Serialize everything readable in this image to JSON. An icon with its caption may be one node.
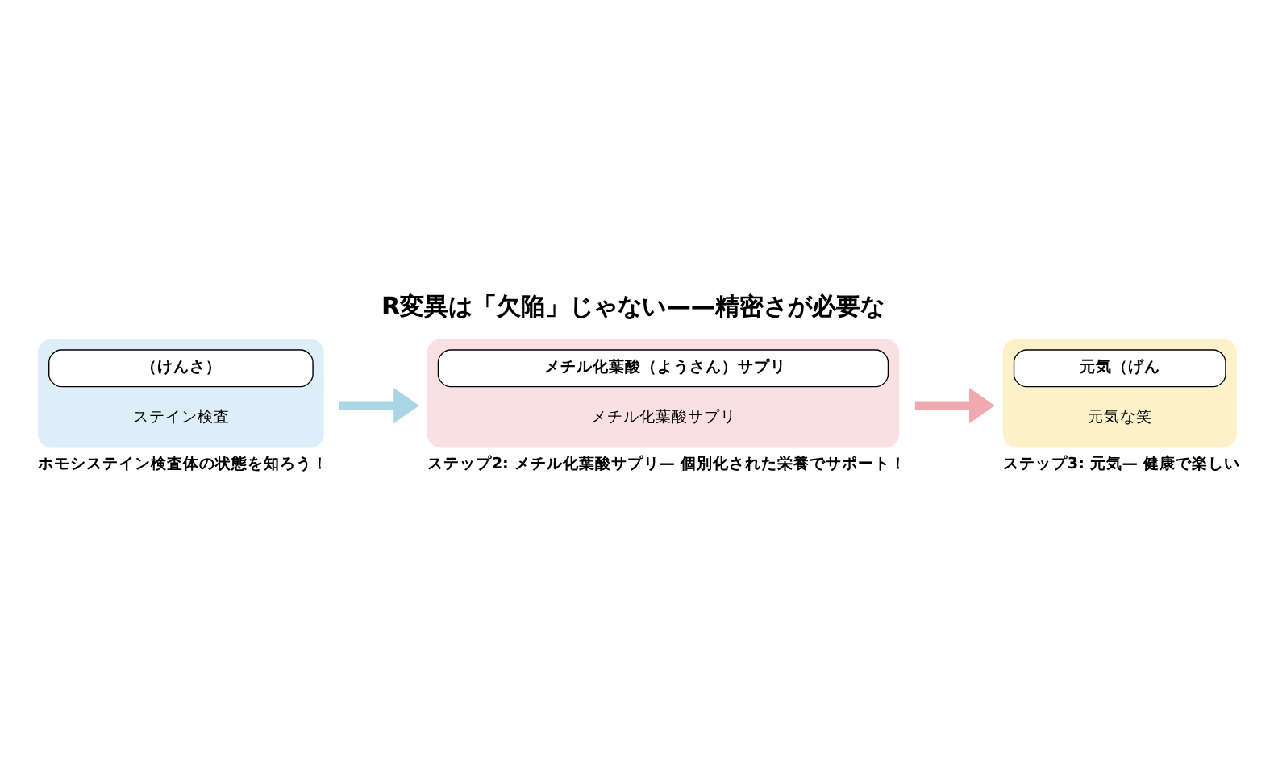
{
  "diagram": {
    "title": "R変異は「欠陥」じゃない——精密さが必要な",
    "nodes": [
      {
        "text": [
          "（けんさ）",
          "ステイン検査"
        ],
        "beside": [
          "ホモシステイン検査体の状態を知ろう！"
        ]
      },
      {
        "text": [
          "メチル化葉酸（ようさん）サプリ",
          "メチル化葉酸サプリ"
        ],
        "beside": [
          "ステップ2: メチル化葉酸サプリ— 個別化された栄養でサポート！"
        ]
      },
      {
        "text": [
          "元気（げん",
          "元気な笑"
        ],
        "beside": [
          "ステップ3: 元気— 健康で楽しい"
        ]
      }
    ],
    "edges": [
      {
        "from": 0,
        "to": 1,
        "arrow": "to",
        "color": "#a9d5e6"
      },
      {
        "from": 1,
        "to": 2,
        "arrow": "to",
        "color": "#f0a9b1"
      }
    ]
  }
}
